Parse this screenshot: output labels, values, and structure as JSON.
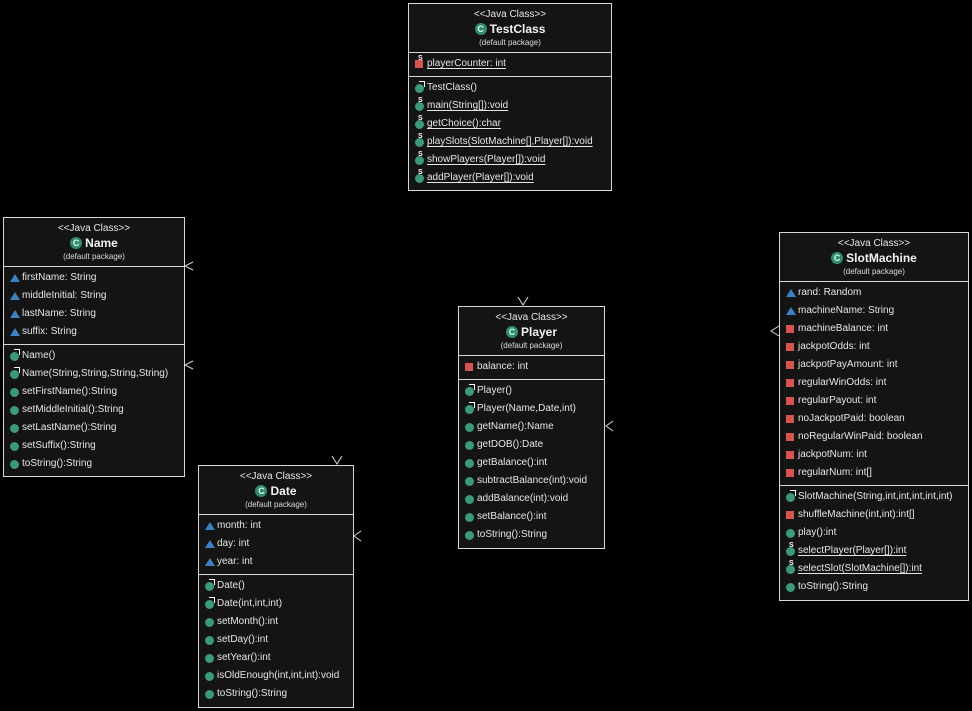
{
  "colors": {
    "background": "#000000",
    "box_fill": "#141414",
    "border": "#d8d8d8",
    "public_icon": "#3b9a78",
    "private_icon": "#d9534f",
    "package_icon": "#3b82c4"
  },
  "classes": {
    "testclass": {
      "stereotype": "<<Java Class>>",
      "name": "TestClass",
      "package": "(default package)",
      "attributes": [
        {
          "text": "playerCounter: int",
          "vis": "private",
          "static": true
        }
      ],
      "methods": [
        {
          "text": "TestClass()",
          "vis": "public",
          "ctor": true
        },
        {
          "text": "main(String[]):void",
          "vis": "public",
          "static": true
        },
        {
          "text": "getChoice():char",
          "vis": "public",
          "static": true
        },
        {
          "text": "playSlots(SlotMachine[],Player[]):void",
          "vis": "public",
          "static": true
        },
        {
          "text": "showPlayers(Player[]):void",
          "vis": "public",
          "static": true
        },
        {
          "text": "addPlayer(Player[]):void",
          "vis": "public",
          "static": true
        }
      ]
    },
    "name": {
      "stereotype": "<<Java Class>>",
      "name": "Name",
      "package": "(default package)",
      "attributes": [
        {
          "text": "firstName: String",
          "vis": "package"
        },
        {
          "text": "middleInitial: String",
          "vis": "package"
        },
        {
          "text": "lastName: String",
          "vis": "package"
        },
        {
          "text": "suffix: String",
          "vis": "package"
        }
      ],
      "methods": [
        {
          "text": "Name()",
          "vis": "public",
          "ctor": true
        },
        {
          "text": "Name(String,String,String,String)",
          "vis": "public",
          "ctor": true
        },
        {
          "text": "setFirstName():String",
          "vis": "public"
        },
        {
          "text": "setMiddleInitial():String",
          "vis": "public"
        },
        {
          "text": "setLastName():String",
          "vis": "public"
        },
        {
          "text": "setSuffix():String",
          "vis": "public"
        },
        {
          "text": "toString():String",
          "vis": "public"
        }
      ]
    },
    "player": {
      "stereotype": "<<Java Class>>",
      "name": "Player",
      "package": "(default package)",
      "attributes": [
        {
          "text": "balance: int",
          "vis": "private"
        }
      ],
      "methods": [
        {
          "text": "Player()",
          "vis": "public",
          "ctor": true
        },
        {
          "text": "Player(Name,Date,int)",
          "vis": "public",
          "ctor": true
        },
        {
          "text": "getName():Name",
          "vis": "public"
        },
        {
          "text": "getDOB():Date",
          "vis": "public"
        },
        {
          "text": "getBalance():int",
          "vis": "public"
        },
        {
          "text": "subtractBalance(int):void",
          "vis": "public"
        },
        {
          "text": "addBalance(int):void",
          "vis": "public"
        },
        {
          "text": "setBalance():int",
          "vis": "public"
        },
        {
          "text": "toString():String",
          "vis": "public"
        }
      ]
    },
    "date": {
      "stereotype": "<<Java Class>>",
      "name": "Date",
      "package": "(default package)",
      "attributes": [
        {
          "text": "month: int",
          "vis": "package"
        },
        {
          "text": "day: int",
          "vis": "package"
        },
        {
          "text": "year: int",
          "vis": "package"
        }
      ],
      "methods": [
        {
          "text": "Date()",
          "vis": "public",
          "ctor": true
        },
        {
          "text": "Date(int,int,int)",
          "vis": "public",
          "ctor": true
        },
        {
          "text": "setMonth():int",
          "vis": "public"
        },
        {
          "text": "setDay():int",
          "vis": "public"
        },
        {
          "text": "setYear():int",
          "vis": "public"
        },
        {
          "text": "isOldEnough(int,int,int):void",
          "vis": "public"
        },
        {
          "text": "toString():String",
          "vis": "public"
        }
      ]
    },
    "slotmachine": {
      "stereotype": "<<Java Class>>",
      "name": "SlotMachine",
      "package": "(default package)",
      "attributes": [
        {
          "text": "rand: Random",
          "vis": "package"
        },
        {
          "text": "machineName: String",
          "vis": "package"
        },
        {
          "text": "machineBalance: int",
          "vis": "private"
        },
        {
          "text": "jackpotOdds: int",
          "vis": "private"
        },
        {
          "text": "jackpotPayAmount: int",
          "vis": "private"
        },
        {
          "text": "regularWinOdds: int",
          "vis": "private"
        },
        {
          "text": "regularPayout: int",
          "vis": "private"
        },
        {
          "text": "noJackpotPaid: boolean",
          "vis": "private"
        },
        {
          "text": "noRegularWinPaid: boolean",
          "vis": "private"
        },
        {
          "text": "jackpotNum: int",
          "vis": "private"
        },
        {
          "text": "regularNum: int[]",
          "vis": "private"
        }
      ],
      "methods": [
        {
          "text": "SlotMachine(String,int,int,int,int,int)",
          "vis": "public",
          "ctor": true
        },
        {
          "text": "shuffleMachine(int,int):int[]",
          "vis": "private"
        },
        {
          "text": "play():int",
          "vis": "public"
        },
        {
          "text": "selectPlayer(Player[]):int",
          "vis": "public",
          "static": true
        },
        {
          "text": "selectSlot(SlotMachine[]):int",
          "vis": "public",
          "static": true
        },
        {
          "text": "toString():String",
          "vis": "public"
        }
      ]
    }
  }
}
